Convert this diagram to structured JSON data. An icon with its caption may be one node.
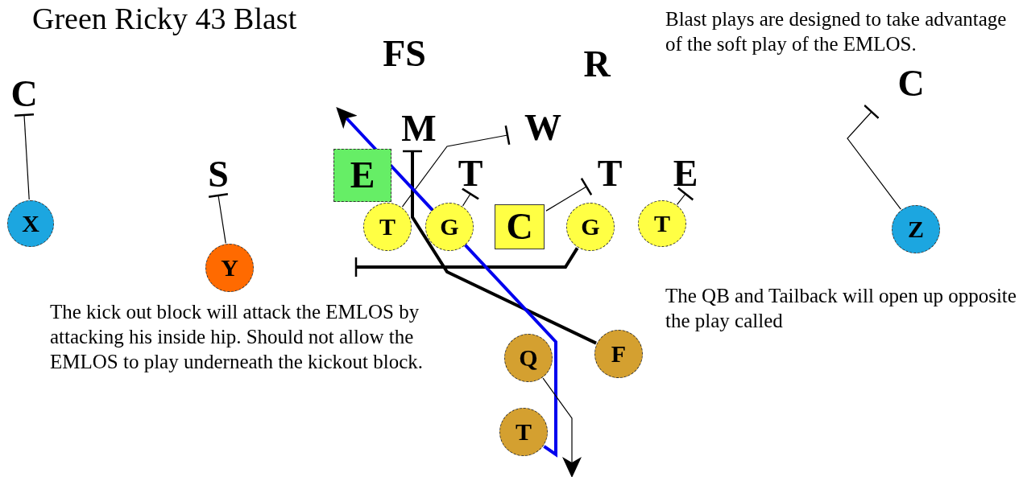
{
  "diagram": {
    "title": "Green Ricky 43 Blast",
    "nodes": [
      {
        "text": [
          "FS"
        ]
      },
      {
        "text": [
          "R"
        ]
      },
      {
        "text": [
          "C"
        ]
      },
      {
        "text": [
          "C"
        ]
      },
      {
        "text": [
          "M"
        ]
      },
      {
        "text": [
          "W"
        ]
      },
      {
        "text": [
          "S"
        ]
      },
      {
        "text": [
          "E"
        ]
      },
      {
        "text": [
          "T"
        ]
      },
      {
        "text": [
          "T"
        ]
      },
      {
        "text": [
          "E"
        ]
      },
      {
        "text": [
          "X"
        ]
      },
      {
        "text": [
          "T"
        ]
      },
      {
        "text": [
          "G"
        ]
      },
      {
        "text": [
          "C"
        ]
      },
      {
        "text": [
          "G"
        ]
      },
      {
        "text": [
          "T"
        ]
      },
      {
        "text": [
          "Z"
        ]
      },
      {
        "text": [
          "Y"
        ]
      },
      {
        "text": [
          "F"
        ]
      },
      {
        "text": [
          "Q"
        ]
      },
      {
        "text": [
          "T"
        ]
      }
    ],
    "edges": [
      {
        "from": 11,
        "to": 2,
        "arrow": "other"
      },
      {
        "from": 18,
        "to": 6,
        "arrow": "other"
      },
      {
        "from": 17,
        "to": 3,
        "arrow": "other"
      },
      {
        "from": 12,
        "to": 5,
        "arrow": "other"
      },
      {
        "from": 13,
        "to": 8,
        "arrow": "other"
      },
      {
        "from": 14,
        "to": 9,
        "arrow": "other"
      },
      {
        "from": 16,
        "to": 10,
        "arrow": "other"
      },
      {
        "from": 15,
        "to": 12,
        "arrow": "other",
        "style": "thick"
      },
      {
        "from": 19,
        "to": 4,
        "arrow": "other",
        "style": "thick"
      },
      {
        "from": 21,
        "to": null,
        "arrow": "to",
        "style": "thick",
        "color": "#0000ee"
      },
      {
        "from": 20,
        "to": null,
        "arrow": "to"
      }
    ],
    "labels": [
      "Blast plays are designed to take advantage of the soft play of the EMLOS.",
      "The kick out block will attack the EMLOS by attacking his inside hip.  Should not allow the EMLOS to play underneath the kickout block.",
      "The QB and Tailback will open up opposite the play called"
    ]
  }
}
